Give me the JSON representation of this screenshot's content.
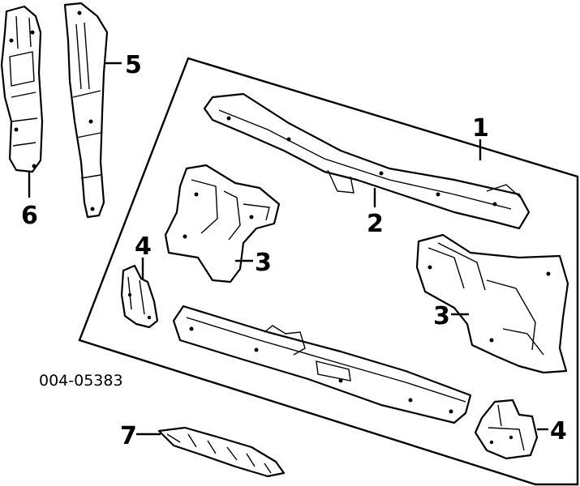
{
  "diagram": {
    "reference_code": "004-05383",
    "callouts": [
      {
        "id": "c1",
        "label": "1"
      },
      {
        "id": "c2",
        "label": "2"
      },
      {
        "id": "c3a",
        "label": "3"
      },
      {
        "id": "c3b",
        "label": "3"
      },
      {
        "id": "c4a",
        "label": "4"
      },
      {
        "id": "c4b",
        "label": "4"
      },
      {
        "id": "c5",
        "label": "5"
      },
      {
        "id": "c6",
        "label": "6"
      },
      {
        "id": "c7",
        "label": "7"
      }
    ]
  }
}
